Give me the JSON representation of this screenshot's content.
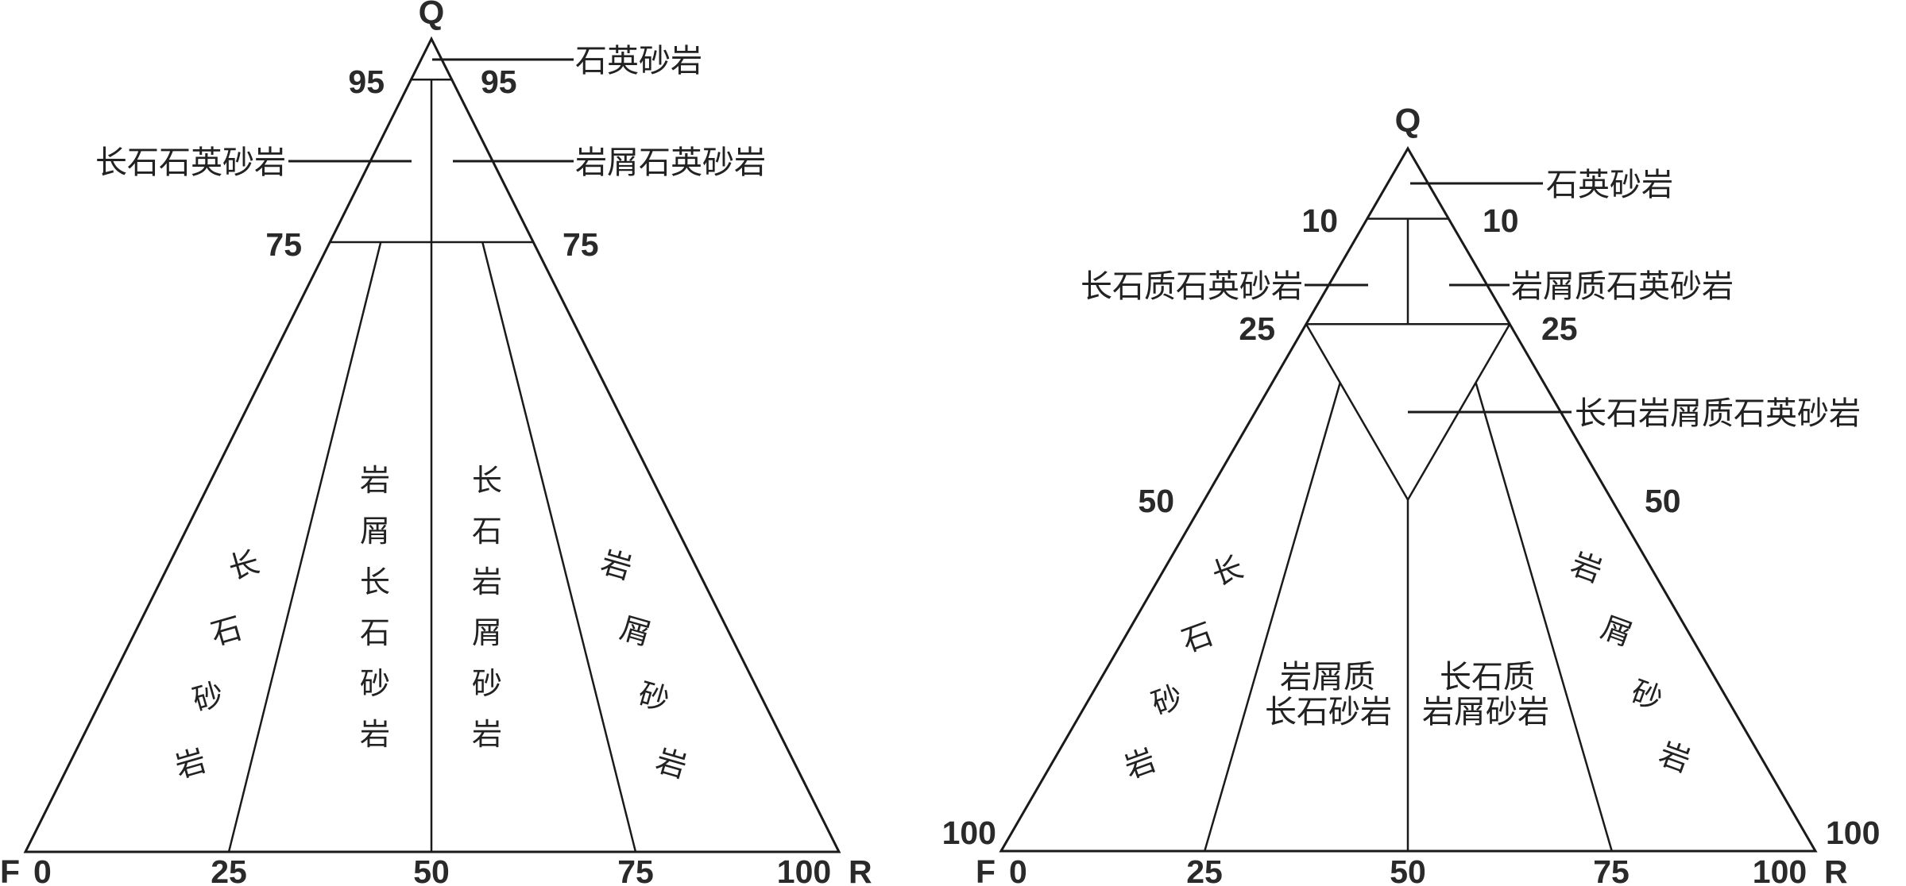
{
  "diagrams": [
    {
      "id": "left",
      "apex_label": "Q",
      "base_left_label": "F",
      "base_right_label": "R",
      "base_ticks": [
        "0",
        "25",
        "50",
        "75",
        "100"
      ],
      "side_ticks": [
        {
          "value": "95",
          "q_percent": 95
        },
        {
          "value": "75",
          "q_percent": 75
        }
      ],
      "callouts": [
        {
          "label": "石英砂岩",
          "side": "right",
          "q_percent": 97.5
        },
        {
          "label": "长石石英砂岩",
          "side": "left",
          "q_percent": 85
        },
        {
          "label": "岩屑石英砂岩",
          "side": "right",
          "q_percent": 85
        }
      ],
      "field_labels": [
        {
          "label": "长石砂岩",
          "orientation": "slanted-left"
        },
        {
          "label": "岩屑长石砂岩",
          "orientation": "vertical"
        },
        {
          "label": "长石岩屑砂岩",
          "orientation": "vertical"
        },
        {
          "label": "岩屑砂岩",
          "orientation": "slanted-right"
        }
      ]
    },
    {
      "id": "right",
      "apex_label": "Q",
      "base_left_label": "F",
      "base_right_label": "R",
      "base_ticks": [
        "0",
        "25",
        "50",
        "75",
        "100"
      ],
      "side_ticks": [
        {
          "value": "10",
          "q_percent": 90
        },
        {
          "value": "25",
          "q_percent": 75
        },
        {
          "value": "50",
          "q_percent": 50
        },
        {
          "value": "100",
          "q_percent": 0
        }
      ],
      "callouts": [
        {
          "label": "石英砂岩",
          "side": "right",
          "q_percent": 95
        },
        {
          "label": "长石质石英砂岩",
          "side": "left",
          "q_percent": 82
        },
        {
          "label": "岩屑质石英砂岩",
          "side": "right",
          "q_percent": 82
        },
        {
          "label": "长石岩屑质石英砂岩",
          "side": "right",
          "q_percent": 62
        }
      ],
      "field_labels": [
        {
          "label": "长石砂岩",
          "orientation": "slanted-left"
        },
        {
          "label_lines": [
            "岩屑质",
            "长石砂岩"
          ],
          "orientation": "horizontal"
        },
        {
          "label_lines": [
            "长石质",
            "岩屑砂岩"
          ],
          "orientation": "horizontal"
        },
        {
          "label": "岩屑砂岩",
          "orientation": "slanted-right"
        }
      ]
    }
  ]
}
